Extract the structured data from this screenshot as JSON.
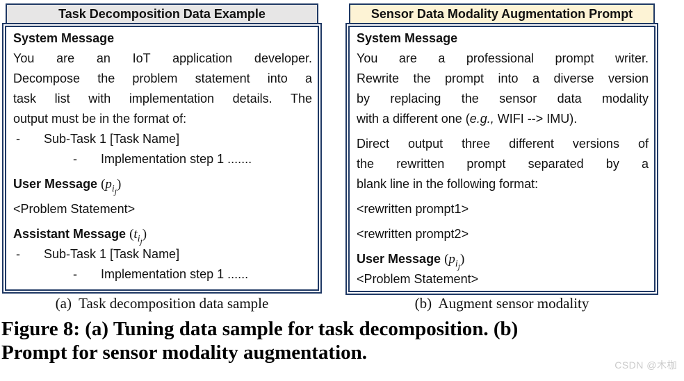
{
  "colors": {
    "border_navy": "#1f3864",
    "panel_a_header_bg": "#e7e6e6",
    "panel_b_header_bg": "#fdf3d5",
    "watermark_gray": "#cbcbcb"
  },
  "panel_a": {
    "title": "Task Decomposition Data Example",
    "system_label": "System Message",
    "system_lines": [
      "You are an IoT application developer.",
      "Decompose the problem statement into a",
      "task list with implementation details. The",
      "output must be in the format of:"
    ],
    "subtask": {
      "bullet": "-",
      "text": "Sub-Task 1 [Task Name]"
    },
    "impl": {
      "bullet": "-",
      "text": "Implementation step 1 ......."
    },
    "user_label": "User Message",
    "user_math": {
      "open": "(",
      "v": "p",
      "sub": "i",
      "subsub": "j",
      "close": ")"
    },
    "problem_text": "<Problem Statement>",
    "assistant_label": "Assistant Message",
    "assistant_math": {
      "open": "(",
      "v": "t",
      "sub": "i",
      "subsub": "j",
      "close": ")"
    },
    "subtask2": {
      "bullet": "-",
      "text": "Sub-Task 1 [Task Name]"
    },
    "impl2": {
      "bullet": "-",
      "text": "Implementation step 1 ......"
    }
  },
  "panel_b": {
    "title": "Sensor Data Modality Augmentation Prompt",
    "system_label": "System Message",
    "para1_lines": [
      "You are a professional prompt writer.",
      "Rewrite the prompt into a diverse version",
      "by replacing the sensor data modality"
    ],
    "para1_last": {
      "pre": "with a different one (",
      "italic": "e.g.,",
      "post": " WIFI --> IMU)."
    },
    "para2_lines": [
      "Direct output three different versions of",
      "the rewritten prompt separated by a",
      "blank line in the following format:"
    ],
    "rewritten1": "<rewritten prompt1>",
    "rewritten2": "<rewritten prompt2>",
    "user_label": "User Message",
    "user_math": {
      "open": "(",
      "v": "p",
      "sub": "i",
      "subsub": "j",
      "close": ")"
    },
    "problem_text": "<Problem Statement>"
  },
  "captions": {
    "a": "(a)  Task decomposition data sample",
    "b": "(b)  Augment sensor modality"
  },
  "figure_caption_lines": [
    "Figure 8: (a) Tuning data sample for task decomposition. (b)",
    "Prompt for sensor modality augmentation."
  ],
  "watermark": "CSDN @木枷"
}
